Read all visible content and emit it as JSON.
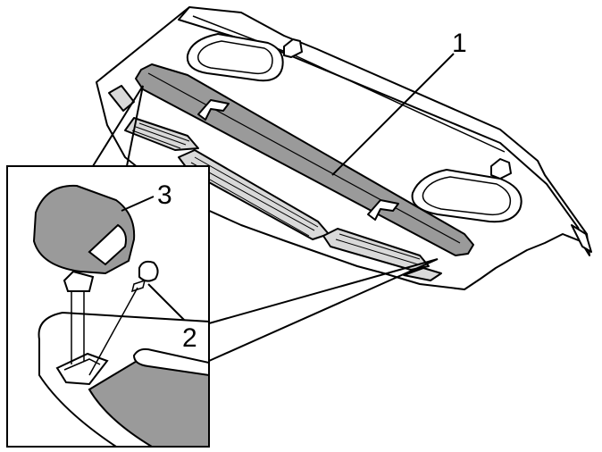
{
  "callouts": {
    "one": "1",
    "two": "2",
    "three": "3"
  },
  "colors": {
    "line": "#000000",
    "fill_white": "#ffffff",
    "fill_gray": "#9a9a9a",
    "fill_light": "#d9d9d9"
  }
}
